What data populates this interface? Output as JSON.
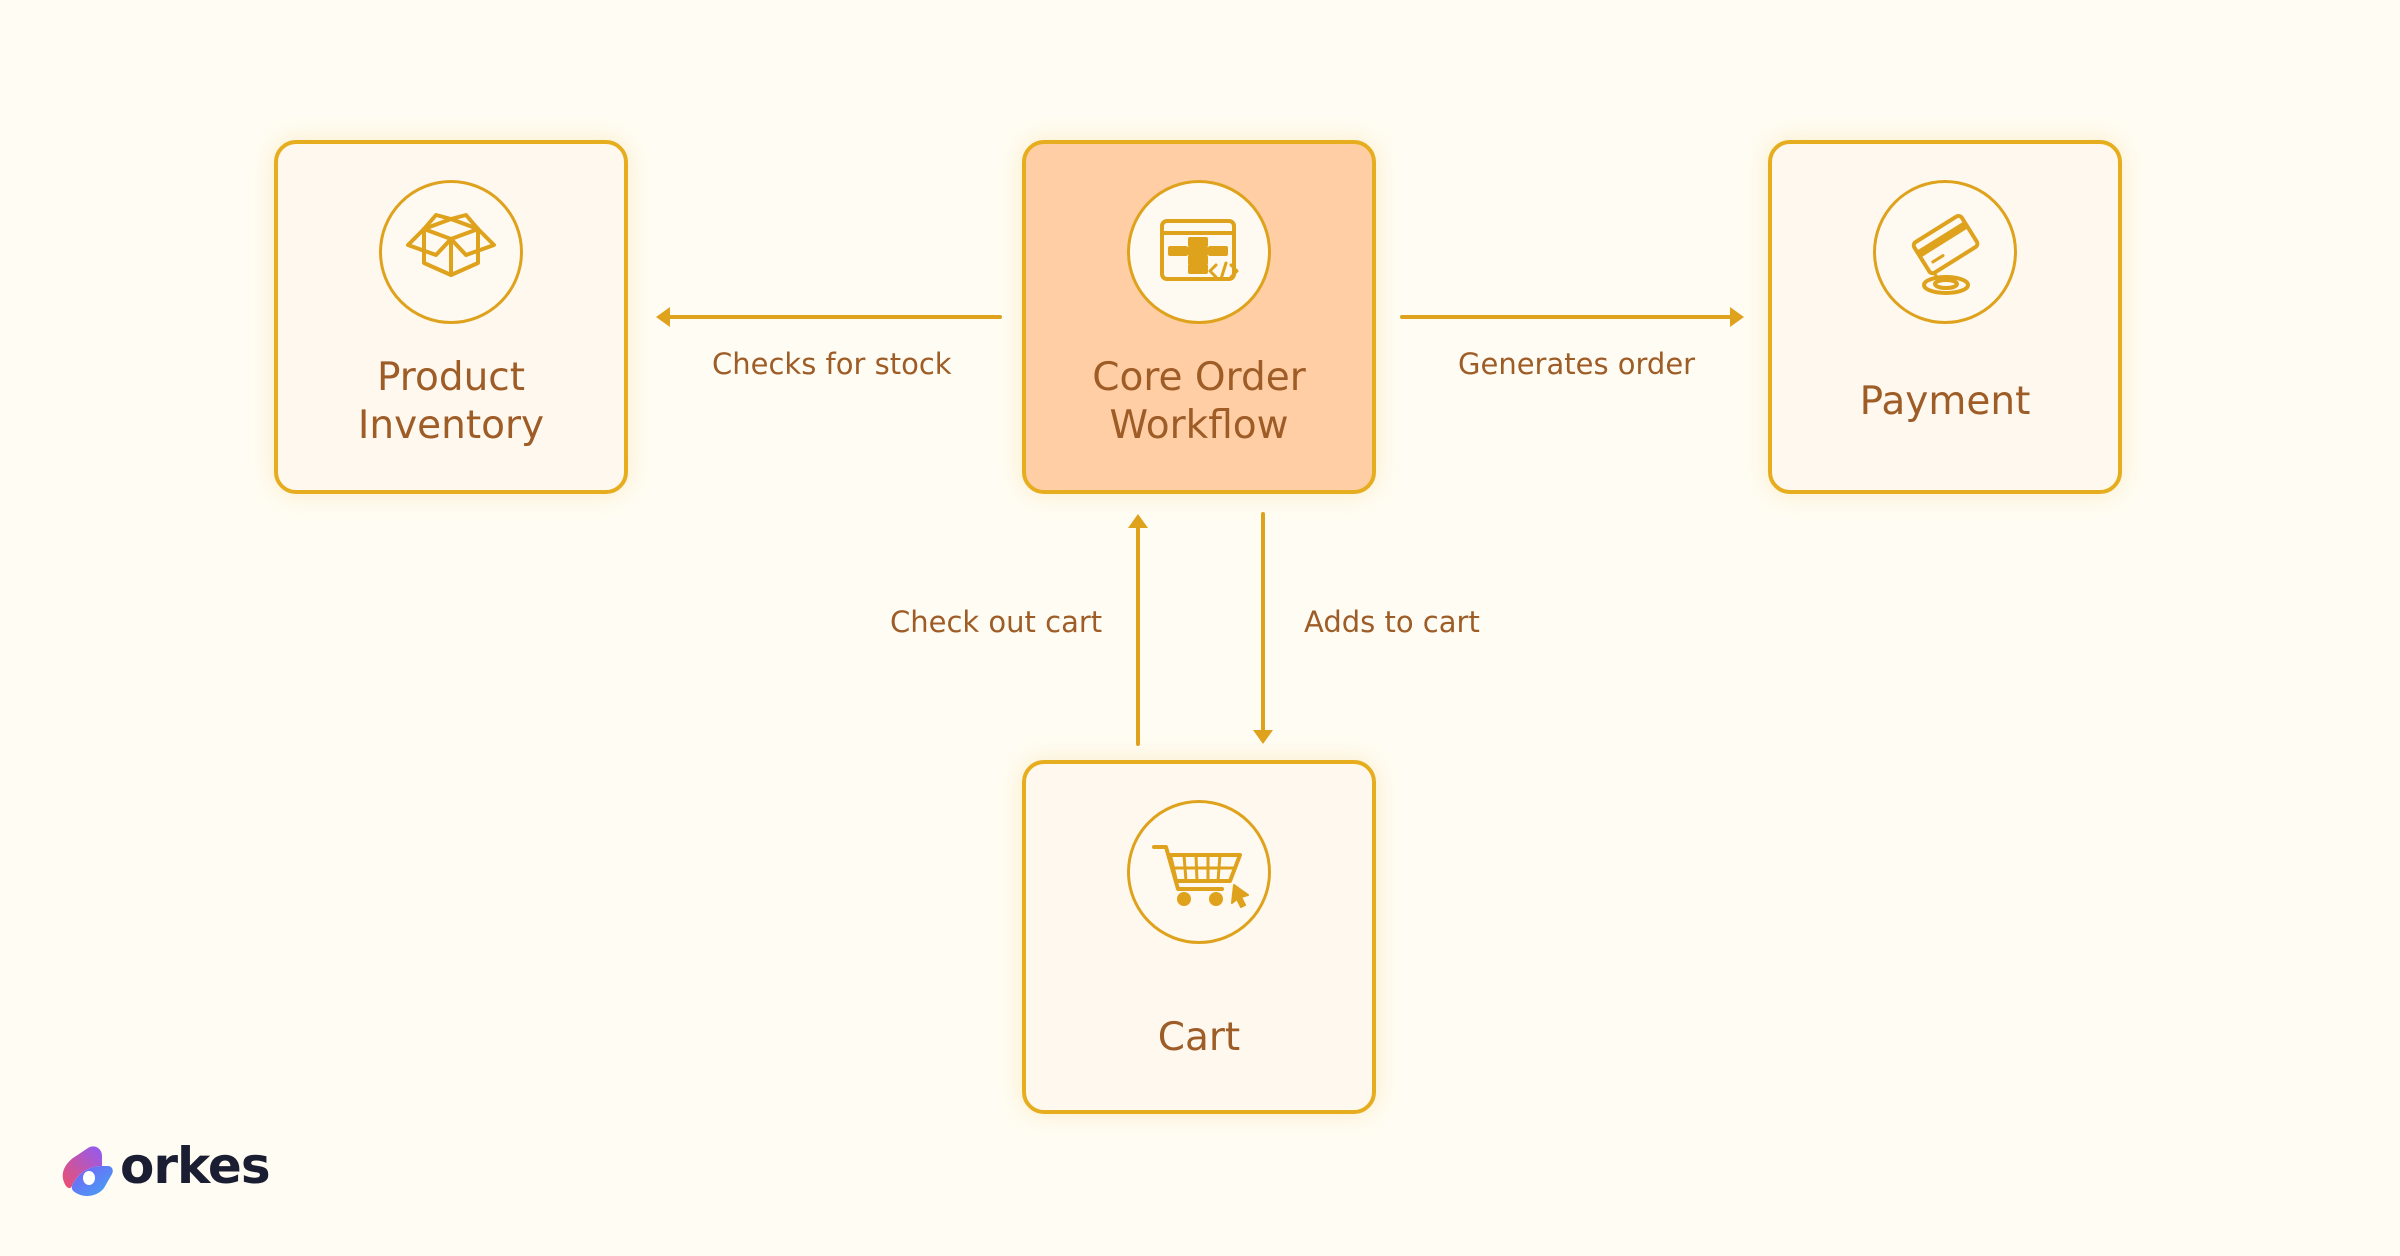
{
  "nodes": {
    "inventory": {
      "label": "Product\nInventory",
      "icon": "box-icon"
    },
    "core": {
      "label": "Core Order\nWorkflow",
      "icon": "workflow-code-icon"
    },
    "payment": {
      "label": "Payment",
      "icon": "card-payment-icon"
    },
    "cart": {
      "label": "Cart",
      "icon": "shopping-cart-icon"
    }
  },
  "edges": {
    "checks_stock": "Checks for stock",
    "generates_order": "Generates order",
    "check_out_cart": "Check out cart",
    "adds_to_cart": "Adds to cart"
  },
  "brand": {
    "name": "orkes",
    "icon": "orkes-logo-icon"
  },
  "colors": {
    "background": "#fffcf3",
    "node_fill": "#fff8ef",
    "core_fill": "#ffcea4",
    "accent": "#e6ad1f",
    "text": "#9e5c27",
    "brand_text": "#1b1e32"
  }
}
